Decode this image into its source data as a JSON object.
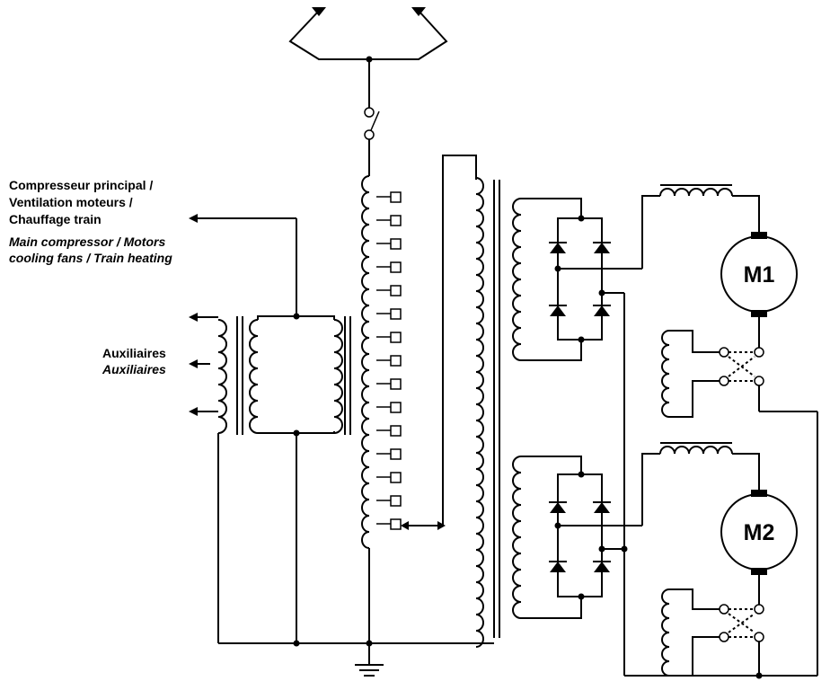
{
  "labels": {
    "loads_fr": [
      "Compresseur principal /",
      "Ventilation moteurs /",
      "Chauffage train"
    ],
    "loads_en": [
      "Main compressor / Motors",
      "cooling fans / Train heating"
    ],
    "aux_fr": "Auxiliaires",
    "aux_en": "Auxiliaires"
  },
  "motors": {
    "m1": "M1",
    "m2": "M2"
  },
  "icons": {
    "pantograph": "pantograph-icon",
    "switch": "main-switch-icon",
    "transformer": "tap-changer-transformer-icon",
    "rectifier": "diode-bridge-icon",
    "inductor": "smoothing-inductor-icon",
    "motor": "dc-motor-icon",
    "ground": "ground-icon"
  }
}
